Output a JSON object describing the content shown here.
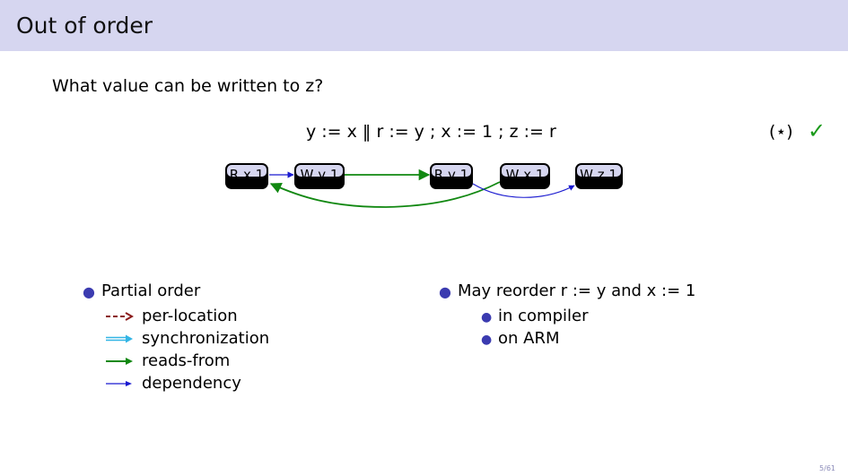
{
  "slide": {
    "title": "Out of order",
    "question": "What value can be written to z?",
    "program": "y := x  ‖  r := y ; x := 1 ; z := r",
    "star": "(⋆)",
    "check": "✓",
    "page": "5/61"
  },
  "events": [
    "R x 1",
    "W y 1",
    "R y 1",
    "W x 1",
    "W z 1"
  ],
  "left_bullet": {
    "label": "Partial order",
    "legend": [
      {
        "label": "per-location",
        "color": "#8b1a1a",
        "style": "dashed"
      },
      {
        "label": "synchronization",
        "color": "#33b5e5",
        "style": "double"
      },
      {
        "label": "reads-from",
        "color": "#118811",
        "style": "solid"
      },
      {
        "label": "dependency",
        "color": "#1a1ad0",
        "style": "thin"
      }
    ]
  },
  "right_bullet": {
    "label": "May reorder r := y and x := 1",
    "items": [
      "in compiler",
      "on ARM"
    ]
  }
}
